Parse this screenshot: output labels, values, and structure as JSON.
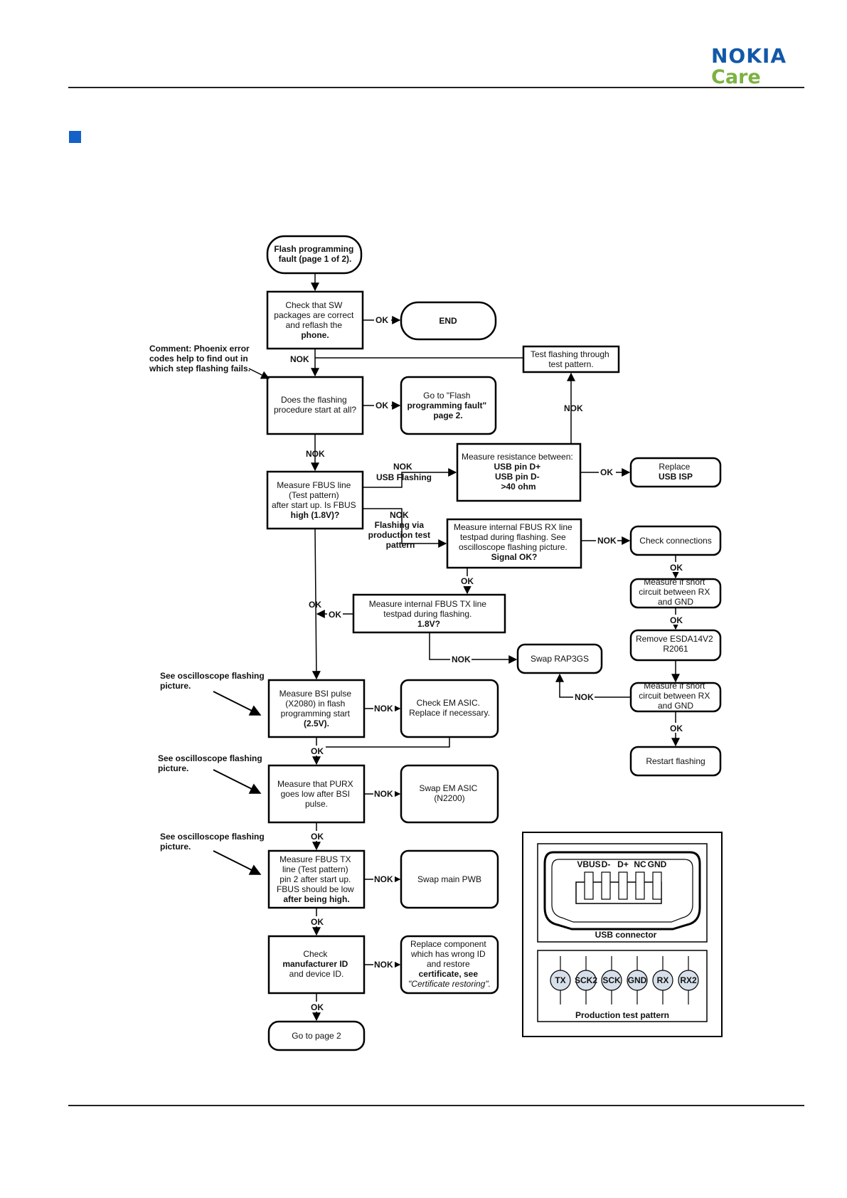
{
  "header": {
    "brand": "NOKIA",
    "sub_brand": "Care"
  },
  "flowchart": {
    "start": [
      "Flash programming",
      "fault (page 1 of 2)."
    ],
    "check_sw": [
      "Check that SW",
      "packages are correct",
      "and reflash the",
      "phone."
    ],
    "end": "END",
    "test_flashing": [
      "Test flashing through",
      "test pattern."
    ],
    "comment": [
      "Comment: Phoenix error",
      "codes help to find out in",
      "which step flashing fails."
    ],
    "does_flashing": [
      "Does the flashing",
      "procedure start at all?"
    ],
    "goto_fault": [
      "Go to \"Flash",
      "programming fault\"",
      "page 2."
    ],
    "measure_resistance": [
      "Measure  resistance between:",
      "USB pin D+",
      "USB pin D-",
      ">40 ohm"
    ],
    "replace_usb": [
      "Replace",
      "USB ISP"
    ],
    "measure_fbus": [
      "Measure FBUS line",
      "(Test pattern)",
      "after start up. Is FBUS",
      "high (1.8V)?"
    ],
    "usb_flashing": [
      "NOK",
      "USB Flashing"
    ],
    "production_flashing": [
      "NOK",
      "Flashing via",
      "production test",
      "pattern"
    ],
    "measure_rx": [
      "Measure  internal FBUS RX line",
      "testpad during flashing. See",
      "oscilloscope flashing picture.",
      "Signal OK?"
    ],
    "check_connections": "Check connections",
    "short_rx_1": [
      "Measure  if short",
      "circuit between RX",
      "and GND"
    ],
    "remove_esda": [
      "Remove ESDA14V2",
      "R2061"
    ],
    "short_rx_2": [
      "Measure  if short",
      "circuit between RX",
      "and GND"
    ],
    "restart_flashing": "Restart flashing",
    "measure_tx": [
      "Measure  internal FBUS TX line",
      "testpad during flashing.",
      "1.8V?"
    ],
    "swap_rap": "Swap RAP3GS",
    "osc_note_1": [
      "See oscilloscope flashing",
      "picture."
    ],
    "osc_note_2": [
      "See oscilloscope flashing",
      "picture."
    ],
    "osc_note_3": [
      "See oscilloscope flashing",
      "picture."
    ],
    "measure_bsi": [
      "Measure BSI pulse",
      "(X2080) in flash",
      "programming start",
      "(2.5V)."
    ],
    "check_em": [
      "Check EM ASIC.",
      "Replace if necessary."
    ],
    "measure_purx": [
      "Measure that PURX",
      "goes low after BSI",
      "pulse."
    ],
    "swap_em": [
      "Swap EM ASIC",
      "(N2200)"
    ],
    "measure_fbus_tx": [
      "Measure FBUS TX",
      "line (Test pattern)",
      "pin 2 after start up.",
      "FBUS should be low",
      "after being high."
    ],
    "swap_pwb": "Swap main PWB",
    "check_id": [
      "Check",
      "manufacturer ID",
      "and device ID."
    ],
    "replace_component": [
      "Replace component",
      "which has wrong ID",
      "and restore",
      "certificate, see",
      "\"Certificate restoring\"."
    ],
    "goto_page2": "Go to page 2",
    "labels": {
      "ok": "OK",
      "nok": "NOK"
    },
    "usb_connector": {
      "caption": "USB connector",
      "pins": [
        "VBUS",
        "D-",
        "D+",
        "NC",
        "GND"
      ]
    },
    "test_pattern": {
      "caption": "Production test pattern",
      "pads": [
        "TX",
        "SCK2",
        "SCK",
        "GND",
        "RX",
        "RX2"
      ]
    }
  }
}
